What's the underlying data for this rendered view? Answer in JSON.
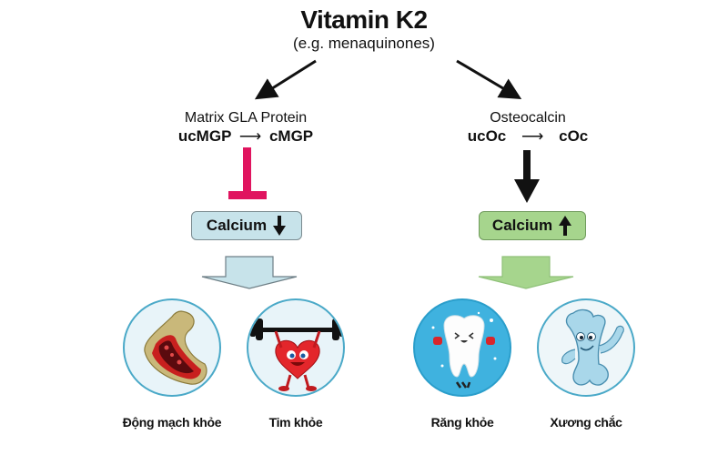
{
  "title": "Vitamin K2",
  "subtitle": "(e.g. menaquinones)",
  "left_branch": {
    "protein": "Matrix GLA Protein",
    "from": "ucMGP",
    "arrow": "⟶",
    "to": "cMGP",
    "effect": "inhibits",
    "effect_color": "#e0145f",
    "calcium_label": "Calcium",
    "calcium_direction": "down",
    "box_color": "#c7e3ea",
    "outcomes": [
      {
        "label": "Động mạch khỏe",
        "icon": "artery-icon"
      },
      {
        "label": "Tim khỏe",
        "icon": "heart-lifting-icon"
      }
    ]
  },
  "right_branch": {
    "protein": "Osteocalcin",
    "from": "ucOc",
    "arrow": "⟶",
    "to": "cOc",
    "effect": "promotes",
    "effect_color": "#000000",
    "calcium_label": "Calcium",
    "calcium_direction": "up",
    "box_color": "#a6d58d",
    "outcomes": [
      {
        "label": "Răng khỏe",
        "icon": "tooth-icon"
      },
      {
        "label": "Xương chắc",
        "icon": "bone-icon"
      }
    ]
  }
}
